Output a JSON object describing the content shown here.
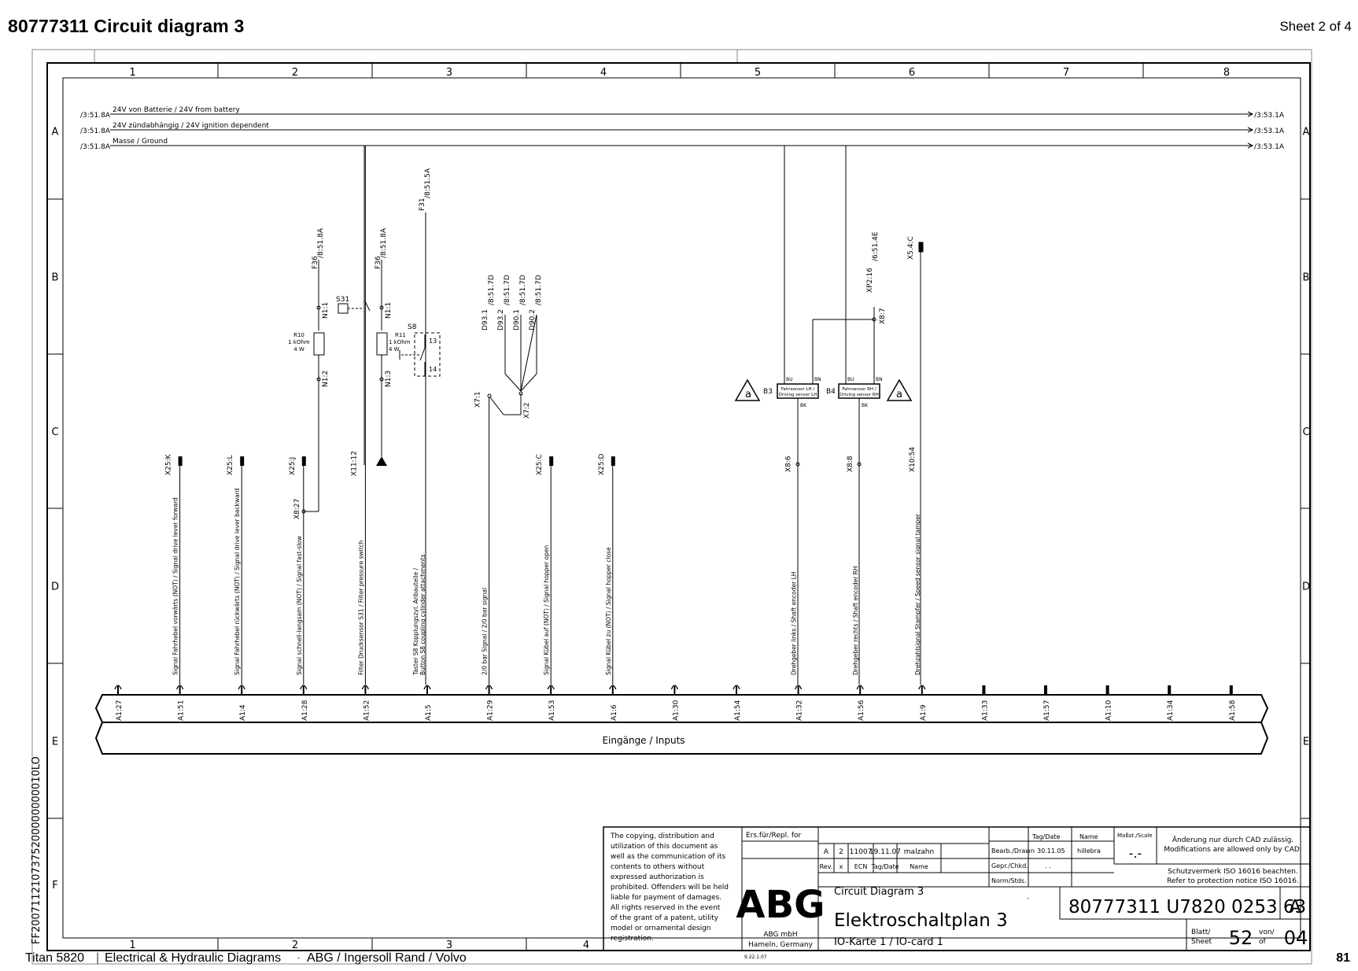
{
  "header": {
    "title": "80777311  Circuit diagram 3",
    "sheet": "Sheet 2 of 4"
  },
  "footer": {
    "machine": "Titan 5820",
    "section": "Electrical & Hydraulic Diagrams",
    "brands": "ABG / Ingersoll Rand / Volvo",
    "page_number": "81"
  },
  "side_code": "FF2007112107375200000000010LO",
  "grid": {
    "columns": [
      "1",
      "2",
      "3",
      "4",
      "5",
      "6",
      "7",
      "8"
    ],
    "rows": [
      "A",
      "B",
      "C",
      "D",
      "E",
      "F"
    ]
  },
  "rails": [
    {
      "ref_left": "/3:51.8A",
      "label": "24V von Batterie / 24V from battery",
      "ref_right": "/3:53.1A"
    },
    {
      "ref_left": "/3:51.8A",
      "label": "24V zündabhängig / 24V ignition dependent",
      "ref_right": "/3:53.1A"
    },
    {
      "ref_left": "/3:51.8A",
      "label": "Masse / Ground",
      "ref_right": "/3:53.1A"
    }
  ],
  "connector": {
    "label": "Eingänge / Inputs",
    "pins": [
      "A1:27",
      "A1:51",
      "A1:4",
      "A1:28",
      "A1:52",
      "A1:5",
      "A1:29",
      "A1:53",
      "A1:6",
      "A1:30",
      "A1:54",
      "A1:32",
      "A1:56",
      "A1:9",
      "A1:33",
      "A1:57",
      "A1:10",
      "A1:34",
      "A1:58"
    ]
  },
  "signals": [
    {
      "terminal": "X25:K",
      "text": "Signal Fahrhebel vorwärts (NOT) / Signal drive lever forward"
    },
    {
      "terminal": "X25:L",
      "text": "Signal Fahrhebel rückwärts (NOT) / Signal drive lever backward"
    },
    {
      "terminal": "X25:J",
      "text": "Signal schnell-langsam (NOT) / Signal fast-slow"
    },
    {
      "terminal": "X11:12",
      "text": "Filter Drucksensor S31 / Filter pressure switch"
    },
    {
      "terminal": "",
      "text": "Taster S8 Kopplungszyl. Anbauteile / Button S8 coupling cylinder attachments"
    },
    {
      "terminal": "X7:1",
      "text": "2/0 bar Signal / 2/0 bar signal"
    },
    {
      "terminal": "X25:C",
      "text": "Signal Kübel auf (NOT) / Signal hopper open"
    },
    {
      "terminal": "X25:D",
      "text": "Signal Kübel zu (NOT) / Signal hopper close"
    },
    {
      "terminal": "X8:6",
      "text": "Drehgeber links / Shaft encoder LH"
    },
    {
      "terminal": "X8:8",
      "text": "Drehgeber rechts / Shaft encoder RH"
    },
    {
      "terminal": "X10:54",
      "text": "Drehzahlsignal Stampfer / Speed sensor signal tamper"
    }
  ],
  "components": {
    "f36a_fuse": "F36",
    "f36a_ref": "/8:51.8A",
    "f36a_n1": "N1:1",
    "f36a_n2": "N1:2",
    "r10_name": "R10",
    "r10_value": "1 kOhm",
    "r10_power": "4 W",
    "x8_27": "X8:27",
    "s31": "S31",
    "f36b_fuse": "F36",
    "f36b_ref": "/8:51.8A",
    "f36b_n1": "N1:1",
    "f36b_n3": "N1:3",
    "r11_name": "R11",
    "r11_value": "1 kOhm",
    "r11_power": "4 W",
    "s8": "S8",
    "s8_13": "13",
    "s8_14": "14",
    "f31_fuse": "F31",
    "f31_ref": "/8:51.5A",
    "d93_1": "D93.1",
    "d93_1_ref": "/8:51.7D",
    "d93_2": "D93.2",
    "d93_2_ref": "/8:51.7D",
    "d90_1": "D90.1",
    "d90_1_ref": "/8:51.7D",
    "d90_2": "D90.2",
    "d90_2_ref": "/8:51.7D",
    "x7_2": "X7:2",
    "xp2": "XP2:16",
    "xp2_ref": "/6:51.4E",
    "x8_7": "X8:7",
    "x5_4c": "X5.4:C",
    "b3": "B3",
    "b3_box_line1": "Fahrsensor LH /",
    "b3_box_line2": "Driving sensor LH",
    "b4": "B4",
    "b4_box_line1": "Fahrsensor RH /",
    "b4_box_line2": "Driving sensor RH",
    "bu": "BU",
    "bn": "BN",
    "bk": "BK",
    "triangle_label": "a"
  },
  "title_block": {
    "notice": [
      "The copying, distribution and",
      "utilization of this document as",
      "well as the communication of its",
      "contents to others without",
      "expressed authorization is",
      "prohibited. Offenders will be held",
      "liable for payment of damages.",
      "All rights reserved in the event",
      "of the grant of a patent, utility",
      "model or ornamental design",
      "registration."
    ],
    "ers_label": "Ers.für/Repl. for",
    "logo": "ABG",
    "company_line1": "ABG mbH",
    "company_line2": "Hameln, Germany",
    "print_date": "9.22.1.07",
    "rev_row": [
      "A",
      "2",
      "11007",
      "19.11.07",
      "malzahn"
    ],
    "rev_header": [
      "Rev.",
      "x",
      "ECN",
      "Tag/Date",
      "Name"
    ],
    "col_tagdate": "Tag/Date",
    "col_name": "Name",
    "bearb_label": "Bearb./Drawn",
    "bearb_date": "30.11.05",
    "bearb_name": "hillebra",
    "gepr_label": "Gepr./Chkd.",
    "gepr_date": ". .",
    "norm_label": "Norm/Stds.",
    "norm_dash": "-",
    "scale_label": "Maßst./Scale",
    "scale_value": "-.-",
    "cad_line1": "Änderung nur durch CAD zulässig.",
    "cad_line2": "Modifications are allowed only by CAD.",
    "iso_line1": "Schutzvermerk ISO 16016 beachten.",
    "iso_line2": "Refer to protection notice ISO 16016.",
    "title_en": "Circuit Diagram 3",
    "title_de": "Elektroschaltplan 3",
    "subtitle": "IO-Karte 1 / IO-card 1",
    "drawing_number": "80777311  U7820 0253 63",
    "revision": "A",
    "blatt_label1": "Blatt/",
    "blatt_label2": "Sheet",
    "sheet_no": "52",
    "von_label1": "von/",
    "von_label2": "of",
    "sheet_total": "04"
  }
}
